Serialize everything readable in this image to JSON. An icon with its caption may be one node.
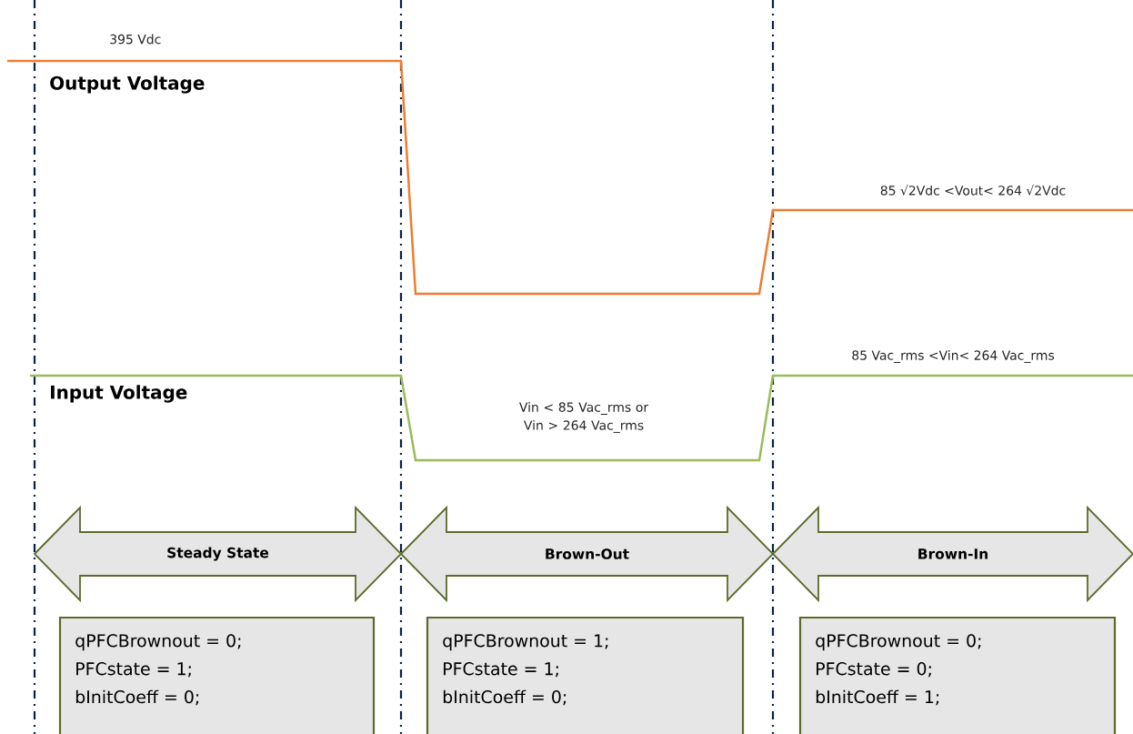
{
  "diagram": {
    "nodes": [
      {
        "text": [
          "Steady State"
        ]
      },
      {
        "text": [
          "Brown-Out"
        ]
      },
      {
        "text": [
          "Brown-In"
        ]
      },
      {
        "text": [
          "qPFCBrownout = 0;",
          "PFCstate = 1;",
          "bInitCoeff = 0;"
        ]
      },
      {
        "text": [
          "qPFCBrownout = 1;",
          "PFCstate = 1;",
          "bInitCoeff = 0;"
        ]
      },
      {
        "text": [
          "qPFCBrownout = 0;",
          "PFCstate = 0;",
          "bInitCoeff = 1;"
        ]
      }
    ],
    "labels": [
      "395 Vdc",
      "Output Voltage",
      "85 √2Vdc <Vout< 264 √2Vdc",
      "85 Vac_rms <Vin< 264 Vac_rms",
      "Input Voltage",
      "Vin < 85 Vac_rms or Vin > 264 Vac_rms"
    ]
  }
}
